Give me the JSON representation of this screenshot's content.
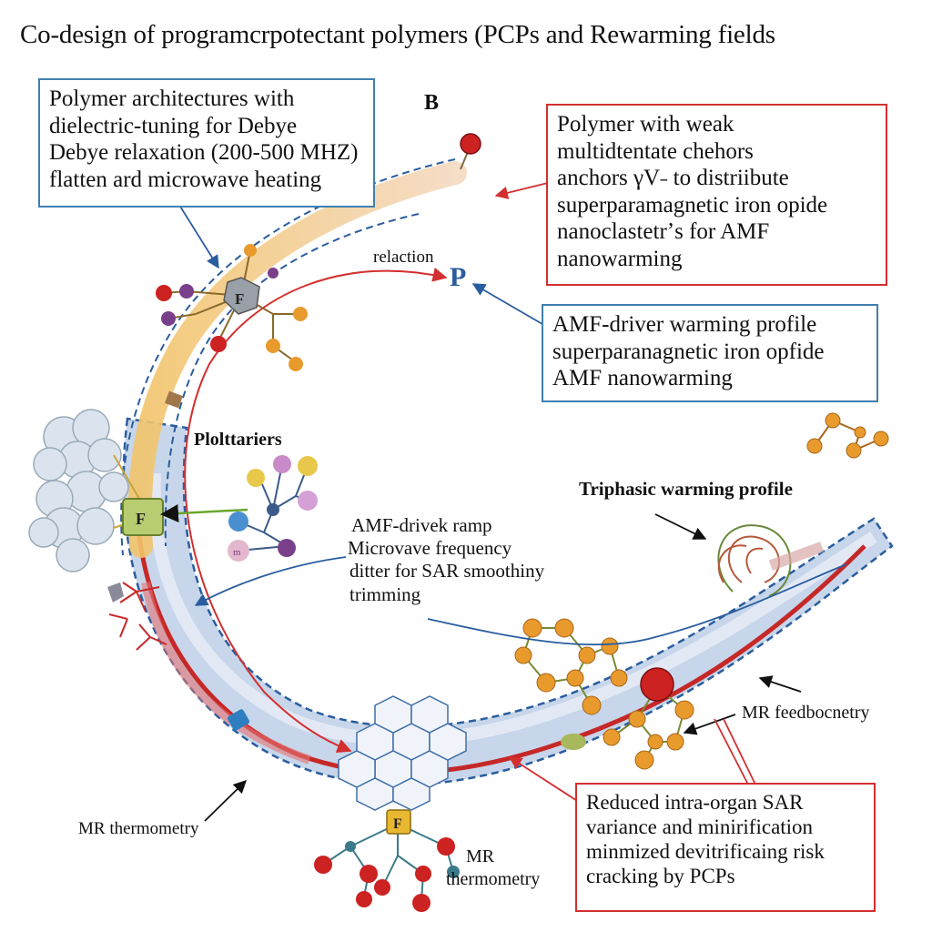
{
  "title": "Co-design of programcrpotectant polymers (PCPs and Rewarming fields",
  "panel_label": "B",
  "p_marker": "P",
  "boxes": {
    "top_left": {
      "lines": [
        "Polymer architectures with",
        "dielectric-tuning for Debye",
        "Debye relaxation (200-500 MHZ)",
        "flatten ard microwave heating"
      ]
    },
    "top_right": {
      "lines": [
        "Polymer with weak",
        "multidtentate chehors",
        "anchors γV˗  to distriibute",
        "superparamagnetic iron opide",
        "nanoclastetrʼs for AMF",
        "nanowarming"
      ]
    },
    "mid_right": {
      "lines": [
        "AMF-driver warming profile",
        "superparanagnetic iron opfide",
        "AMF nanowarming"
      ]
    },
    "bottom_right": {
      "lines": [
        "Reduced intra-organ SAR",
        "variance and minirification",
        "minmized devitrificaing risk",
        "cracking by PCPs"
      ]
    }
  },
  "labels": {
    "relaction": "relaction",
    "plotariers": "Plolttariers",
    "triphasic": "Triphasic warming profile",
    "mr_feedback": "MR feedbocnetry",
    "mr_thermometry_left": "MR thermometry",
    "mr_thermometry_bottom_1": "MR",
    "mr_thermometry_bottom_2": "thermometry",
    "ramp_lines": [
      "AMF-drivek ramp",
      "Microvave frequency",
      "ditter for SAR smoothiny",
      "trimming"
    ]
  },
  "nodes": {
    "f_top": "F",
    "f_left": "F",
    "f_bottom": "F",
    "small_node": "m"
  },
  "colors": {
    "blue_border": "#3f7fb0",
    "red_border": "#d32f2f",
    "orange_atom": "#e89a2c",
    "red_atom": "#cc2222",
    "purple_atom": "#7a3f8a",
    "organ_blue": "#c7d6ea",
    "polymer_band": "#f2c46a"
  }
}
